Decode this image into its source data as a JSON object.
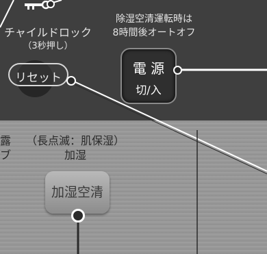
{
  "child_lock": {
    "label": "チャイルドロック",
    "sub": "（3秒押し）"
  },
  "auto_off": {
    "line1": "除湿空清運転時は",
    "line2": "8時間後オートオフ"
  },
  "power_button": {
    "line1": "電 源",
    "line2": "切/入"
  },
  "reset_button": {
    "label": "リセット"
  },
  "left_partial": {
    "line1": "露",
    "line2": "ブ"
  },
  "humidify_info": {
    "line1": "（長点滅：肌保湿）",
    "line2": "加湿"
  },
  "humidify_button": {
    "label": "加湿空清"
  }
}
